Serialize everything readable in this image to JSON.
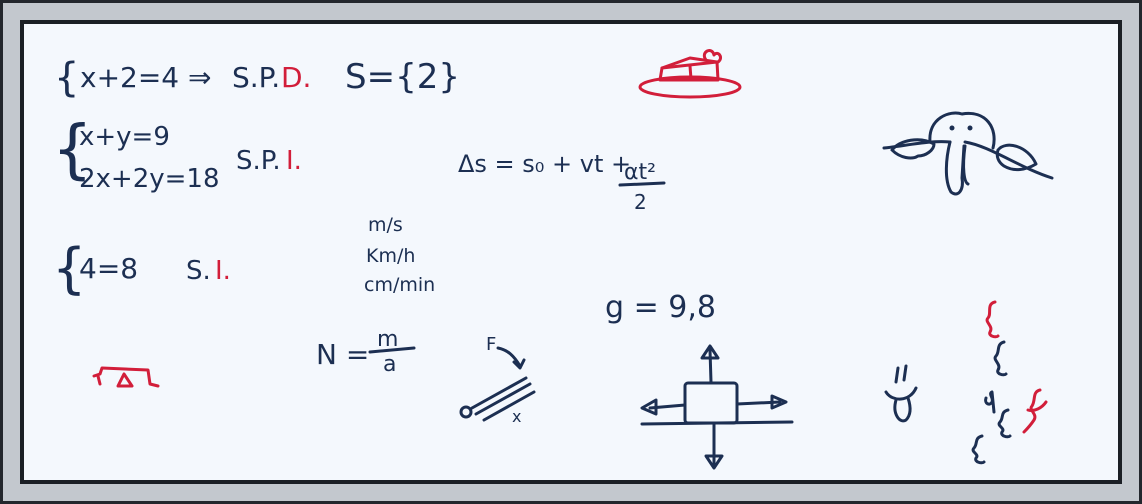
{
  "line1": {
    "eq": "x+2=4 ⇒",
    "sp": "S.P.",
    "d": "D.",
    "set": "S={2}"
  },
  "system1": {
    "eq1": "x+y=9",
    "eq2": "2x+2y=18",
    "sp": "S.P.",
    "i": "I."
  },
  "line3": {
    "eq": "4=8",
    "s": "S.",
    "i": "I."
  },
  "units": [
    "m/s",
    "Km/h",
    "cm/min"
  ],
  "kinematics": {
    "lhs": "Δs = s₀ + vt +",
    "num": "αt²",
    "den": "2"
  },
  "gravity": "g = 9,8",
  "newton": {
    "lhs": "N =",
    "num": "m",
    "den": "a"
  },
  "force": {
    "f": "F",
    "x": "x"
  },
  "doodles": [
    "cake-icon",
    "creature-icon",
    "scale-icon",
    "tongue-face-icon",
    "brace-squiggles"
  ],
  "colors": {
    "ink": "#1c2f52",
    "red": "#d21e3a",
    "board": "#f4f8fd",
    "frame": "#c3c8ce"
  }
}
